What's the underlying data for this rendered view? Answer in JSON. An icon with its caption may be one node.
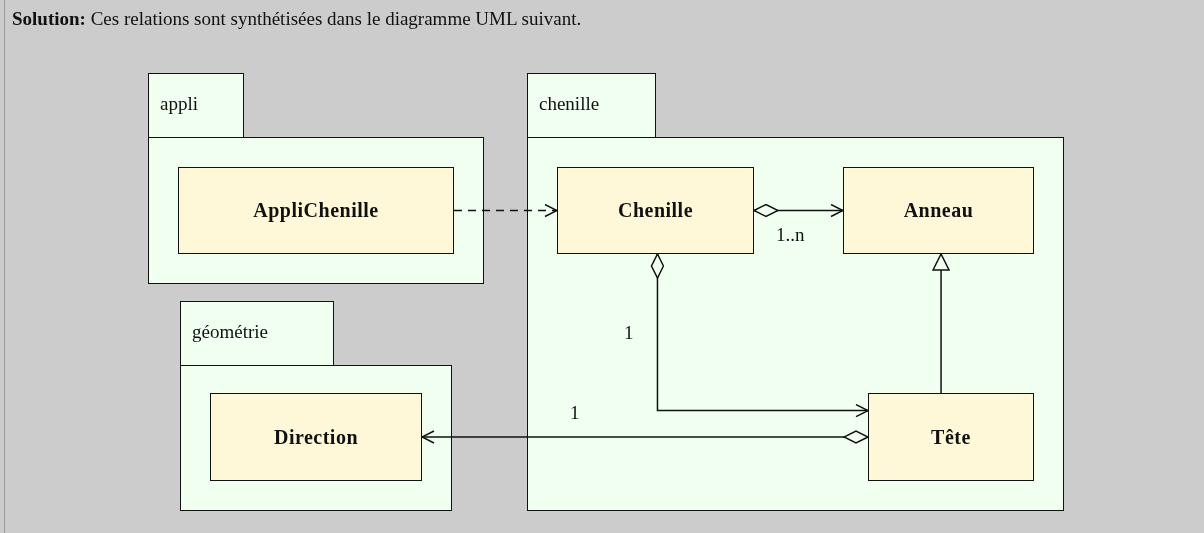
{
  "diagram": {
    "title": "**Solution:** Ces relations sont synthétisées dans le diagramme UML suivant.",
    "nodes": [
      {
        "text": [
          "appli"
        ]
      },
      {
        "text": [
          "AppliChenille"
        ],
        "in": 0
      },
      {
        "text": [
          "chenille"
        ]
      },
      {
        "text": [
          "Chenille"
        ],
        "in": 2
      },
      {
        "text": [
          "Anneau"
        ],
        "in": 2
      },
      {
        "text": [
          "Tête"
        ],
        "in": 2
      },
      {
        "text": [
          "géométrie"
        ]
      },
      {
        "text": [
          "Direction"
        ],
        "in": 6
      }
    ],
    "edges": [
      {
        "from": 1,
        "to": 3,
        "arrow": "to",
        "style": "dashed"
      },
      {
        "from": 3,
        "to": 4,
        "arrow": "to",
        "label": "1..n"
      },
      {
        "from": 3,
        "to": 5,
        "arrow": "to",
        "label": "1"
      },
      {
        "from": 5,
        "to": 4,
        "arrow": "to"
      },
      {
        "from": 5,
        "to": 7,
        "arrow": "to",
        "label": "1"
      }
    ]
  }
}
